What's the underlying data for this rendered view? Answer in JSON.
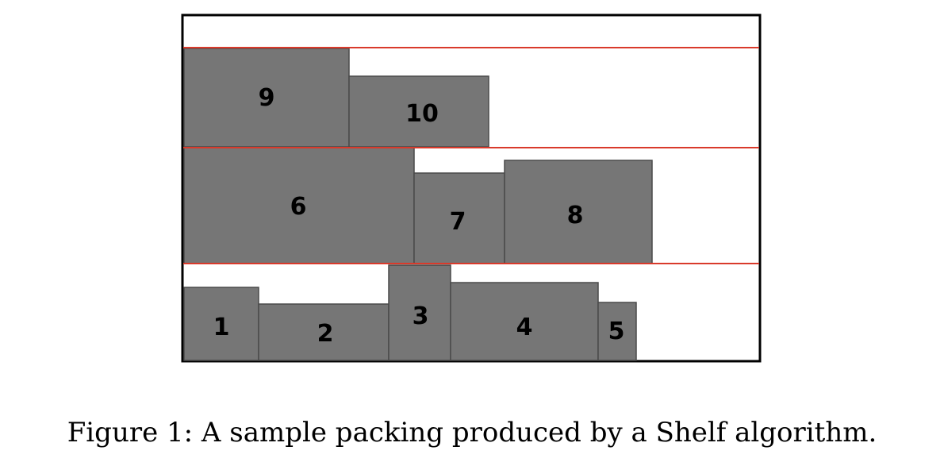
{
  "figure": {
    "caption": "Figure 1: A sample packing produced by a Shelf algorithm.",
    "rectangles": [
      {
        "id": "1",
        "label": "1"
      },
      {
        "id": "2",
        "label": "2"
      },
      {
        "id": "3",
        "label": "3"
      },
      {
        "id": "4",
        "label": "4"
      },
      {
        "id": "5",
        "label": "5"
      },
      {
        "id": "6",
        "label": "6"
      },
      {
        "id": "7",
        "label": "7"
      },
      {
        "id": "8",
        "label": "8"
      },
      {
        "id": "9",
        "label": "9"
      },
      {
        "id": "10",
        "label": "10"
      }
    ],
    "colors": {
      "rectangle_fill": "#767676",
      "shelf_line": "#d93a2b",
      "bin_border": "#000000"
    }
  }
}
